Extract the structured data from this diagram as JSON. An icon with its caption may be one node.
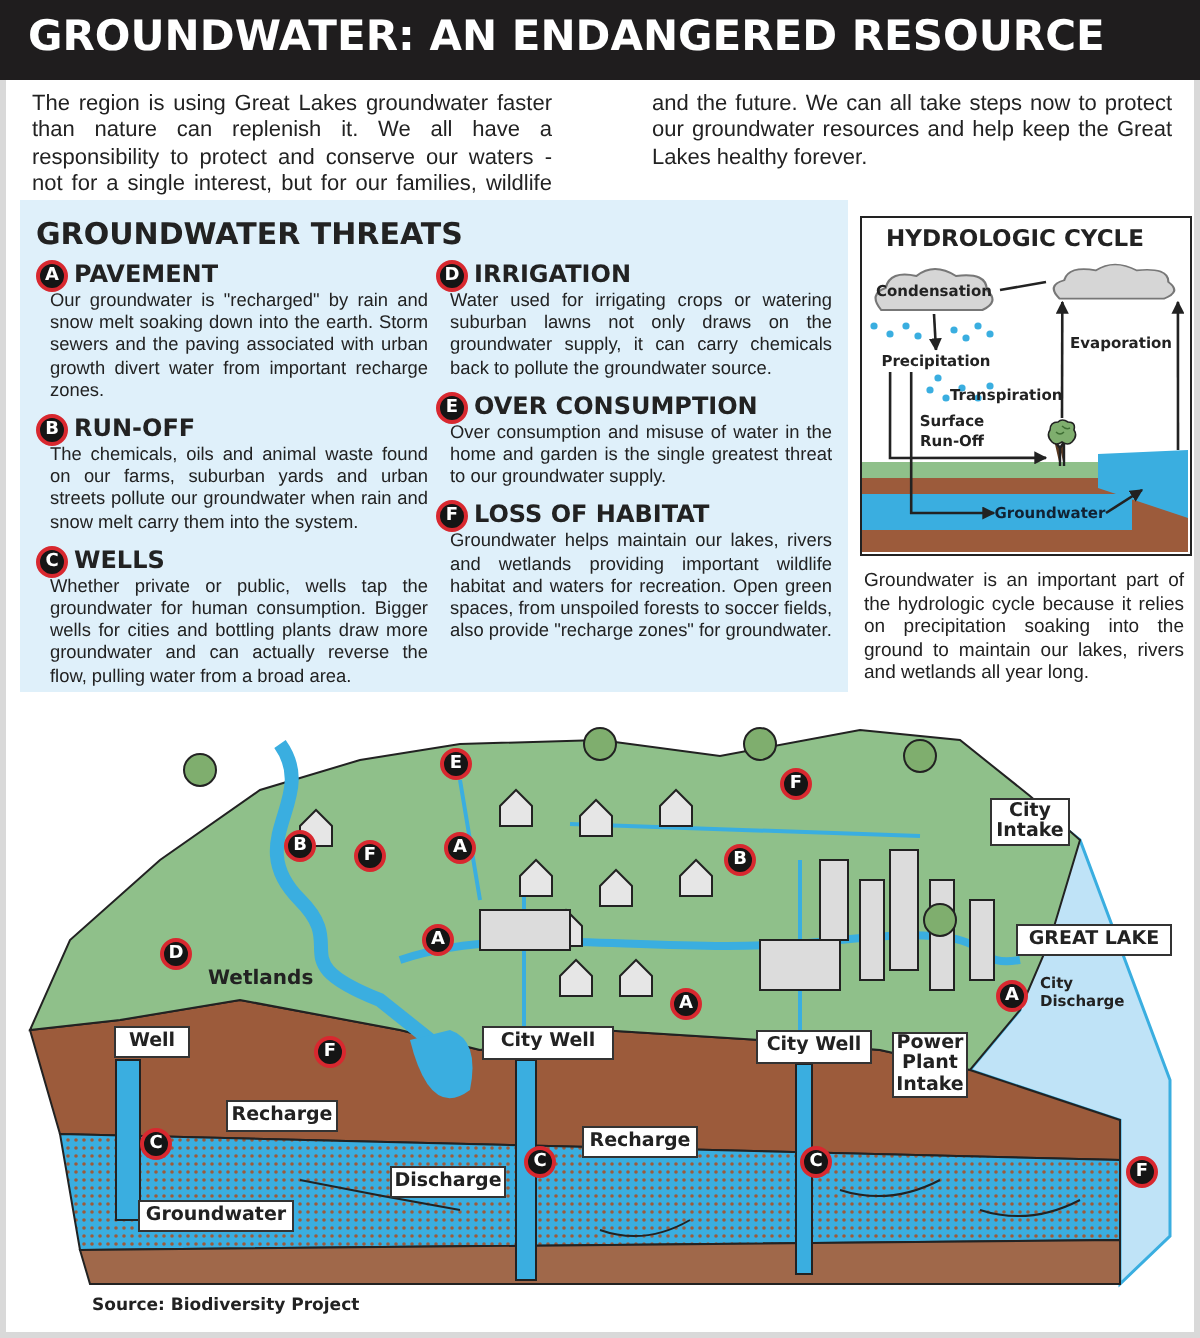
{
  "diagram": {
    "title": "GROUNDWATER: AN ENDANGERED RESOURCE",
    "caption": "Source: Biodiversity Project",
    "nodes": [
      {
        "text": [
          "GROUNDWATER THREATS"
        ]
      },
      {
        "text": [
          "A"
        ],
        "in": 0,
        "beside": [
          "PAVEMENT",
          "Our groundwater is \"recharged\" by rain and snow melt soaking down into the earth. Storm sewers and the paving associated with urban growth divert water from important recharge zones."
        ]
      },
      {
        "text": [
          "B"
        ],
        "in": 0,
        "beside": [
          "RUN-OFF",
          "The chemicals, oils and animal waste found on our farms, suburban yards and urban streets pollute our groundwater when rain and snow melt carry them into the system."
        ]
      },
      {
        "text": [
          "C"
        ],
        "in": 0,
        "beside": [
          "WELLS",
          "Whether private or public, wells tap the groundwater for human consumption. Bigger wells for cities and bottling plants draw more groundwater and can actually reverse the flow, pulling water from a broad area."
        ]
      },
      {
        "text": [
          "D"
        ],
        "in": 0,
        "beside": [
          "IRRIGATION",
          "Water used for irrigating crops or watering suburban lawns not only draws on the groundwater supply, it can carry chemicals back to pollute the groundwater source."
        ]
      },
      {
        "text": [
          "E"
        ],
        "in": 0,
        "beside": [
          "OVER CONSUMPTION",
          "Over consumption and misuse of water in the home and garden is the single greatest threat to our groundwater supply."
        ]
      },
      {
        "text": [
          "F"
        ],
        "in": 0,
        "beside": [
          "LOSS OF HABITAT",
          "Groundwater helps maintain our lakes, rivers and wetlands providing important wildlife habitat and waters for recreation. Open green spaces, from unspoiled forests to soccer fields, also provide \"recharge zones\" for groundwater."
        ]
      },
      {
        "text": [
          "HYDROLOGIC CYCLE"
        ]
      },
      {
        "text": [
          "Condensation"
        ],
        "in": 7
      },
      {
        "text": [],
        "shape": "cloud",
        "in": 7
      },
      {
        "text": [
          "Precipitation"
        ],
        "in": 7
      },
      {
        "text": [
          "Groundwater"
        ],
        "in": 7
      },
      {
        "text": [],
        "shape": "picture",
        "in": 7
      },
      {
        "text": [
          "E"
        ]
      },
      {
        "text": [
          "F"
        ]
      },
      {
        "text": [
          "City Intake"
        ]
      },
      {
        "text": [
          "B"
        ]
      },
      {
        "text": [
          "A"
        ]
      },
      {
        "text": [
          "F"
        ]
      },
      {
        "text": [
          "B"
        ]
      },
      {
        "text": [
          "GREAT LAKE"
        ]
      },
      {
        "text": [
          "A"
        ]
      },
      {
        "text": [
          "D"
        ]
      },
      {
        "text": [
          "A"
        ]
      },
      {
        "text": [
          "A"
        ]
      },
      {
        "text": [
          "Well"
        ]
      },
      {
        "text": [
          "City Well"
        ]
      },
      {
        "text": [
          "City Well"
        ]
      },
      {
        "text": [
          "Power Plant Intake"
        ]
      },
      {
        "text": [
          "F"
        ]
      },
      {
        "text": [
          "Recharge"
        ]
      },
      {
        "text": [
          "Recharge"
        ]
      },
      {
        "text": [
          "C"
        ]
      },
      {
        "text": [
          "C"
        ]
      },
      {
        "text": [
          "C"
        ]
      },
      {
        "text": [
          "Discharge"
        ]
      },
      {
        "text": [
          "F"
        ]
      },
      {
        "text": [
          "Groundwater"
        ]
      }
    ],
    "edges": [
      {
        "from": 9,
        "to": 8,
        "arrow": "none"
      },
      {
        "from": 8,
        "to": 10,
        "arrow": "to"
      },
      {
        "from": 12,
        "to": 9,
        "arrow": "to",
        "label": "Transpiration"
      },
      {
        "from": null,
        "to": 9,
        "arrow": "to",
        "label": "Evaporation"
      },
      {
        "from": 10,
        "to": 12,
        "arrow": "to",
        "label": "Surface Run-Off"
      },
      {
        "from": 10,
        "to": 11,
        "arrow": "to"
      },
      {
        "from": 11,
        "to": null,
        "arrow": "to"
      }
    ],
    "labels": [
      "The region is using Great Lakes groundwater faster than nature can replenish it. We all have a responsibility to protect and conserve our waters - not for a single interest, but for our families, wildlife and the future. We can all take steps now to protect our groundwater resources and help keep the Great Lakes healthy forever.",
      "Groundwater is an important part of the hydrologic cycle because it relies on precipitation soaking into the ground to maintain our lakes, rivers and wetlands all year long.",
      "Wetlands",
      "City Discharge"
    ]
  }
}
